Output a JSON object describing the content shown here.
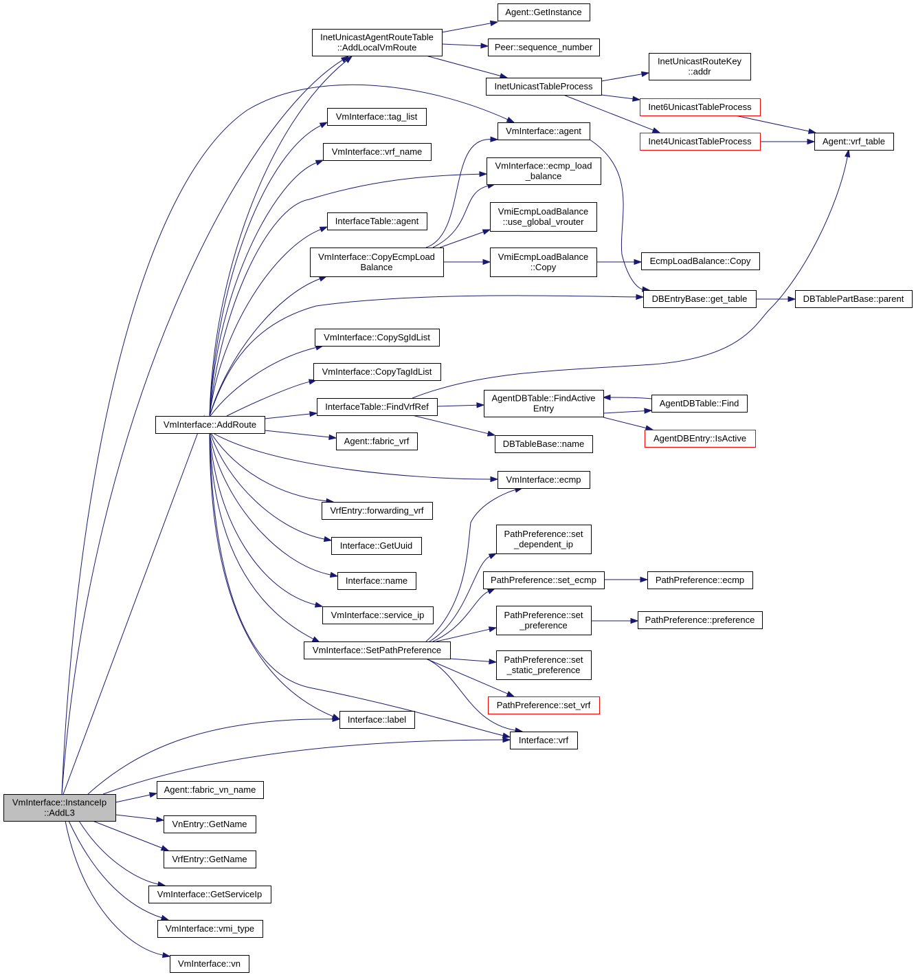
{
  "colors": {
    "edge": "#191970",
    "node_border": "#000000",
    "node_border_truncated": "#ff0000",
    "node_fill": "#ffffff",
    "root_fill": "#bfbfbf"
  },
  "nodes": [
    {
      "id": "root",
      "lines": [
        "VmInterface::InstanceIp",
        "::AddL3"
      ],
      "kind": "root"
    },
    {
      "id": "addroute",
      "lines": [
        "VmInterface::AddRoute"
      ],
      "kind": "normal"
    },
    {
      "id": "addlocalvm",
      "lines": [
        "InetUnicastAgentRouteTable",
        "::AddLocalVmRoute"
      ],
      "kind": "normal"
    },
    {
      "id": "getinstance",
      "lines": [
        "Agent::GetInstance"
      ],
      "kind": "normal"
    },
    {
      "id": "peerseq",
      "lines": [
        "Peer::sequence_number"
      ],
      "kind": "normal"
    },
    {
      "id": "inetproc",
      "lines": [
        "InetUnicastTableProcess"
      ],
      "kind": "normal"
    },
    {
      "id": "inetkey",
      "lines": [
        "InetUnicastRouteKey",
        "::addr"
      ],
      "kind": "normal"
    },
    {
      "id": "inet6",
      "lines": [
        "Inet6UnicastTableProcess"
      ],
      "kind": "truncated"
    },
    {
      "id": "inet4",
      "lines": [
        "Inet4UnicastTableProcess"
      ],
      "kind": "truncated"
    },
    {
      "id": "vrftable",
      "lines": [
        "Agent::vrf_table"
      ],
      "kind": "normal"
    },
    {
      "id": "taglist",
      "lines": [
        "VmInterface::tag_list"
      ],
      "kind": "normal"
    },
    {
      "id": "vrfname",
      "lines": [
        "VmInterface::vrf_name"
      ],
      "kind": "normal"
    },
    {
      "id": "vmiagent",
      "lines": [
        "VmInterface::agent"
      ],
      "kind": "normal"
    },
    {
      "id": "ecmpload",
      "lines": [
        "VmInterface::ecmp_load",
        "_balance"
      ],
      "kind": "normal"
    },
    {
      "id": "itagent",
      "lines": [
        "InterfaceTable::agent"
      ],
      "kind": "normal"
    },
    {
      "id": "useglobal",
      "lines": [
        "VmiEcmpLoadBalance",
        "::use_global_vrouter"
      ],
      "kind": "normal"
    },
    {
      "id": "copyecmp",
      "lines": [
        "VmInterface::CopyEcmpLoad",
        "Balance"
      ],
      "kind": "normal"
    },
    {
      "id": "vmiecmpcopy",
      "lines": [
        "VmiEcmpLoadBalance",
        "::Copy"
      ],
      "kind": "normal"
    },
    {
      "id": "ecmpcopy",
      "lines": [
        "EcmpLoadBalance::Copy"
      ],
      "kind": "normal"
    },
    {
      "id": "gettable",
      "lines": [
        "DBEntryBase::get_table"
      ],
      "kind": "normal"
    },
    {
      "id": "parent",
      "lines": [
        "DBTablePartBase::parent"
      ],
      "kind": "normal"
    },
    {
      "id": "copysg",
      "lines": [
        "VmInterface::CopySgIdList"
      ],
      "kind": "normal"
    },
    {
      "id": "copytag",
      "lines": [
        "VmInterface::CopyTagIdList"
      ],
      "kind": "normal"
    },
    {
      "id": "findvrf",
      "lines": [
        "InterfaceTable::FindVrfRef"
      ],
      "kind": "normal"
    },
    {
      "id": "findactive",
      "lines": [
        "AgentDBTable::FindActive",
        "Entry"
      ],
      "kind": "normal"
    },
    {
      "id": "dbfind",
      "lines": [
        "AgentDBTable::Find"
      ],
      "kind": "normal"
    },
    {
      "id": "isactive",
      "lines": [
        "AgentDBEntry::IsActive"
      ],
      "kind": "truncated"
    },
    {
      "id": "dbname",
      "lines": [
        "DBTableBase::name"
      ],
      "kind": "normal"
    },
    {
      "id": "fabricvrf",
      "lines": [
        "Agent::fabric_vrf"
      ],
      "kind": "normal"
    },
    {
      "id": "vmiecmp",
      "lines": [
        "VmInterface::ecmp"
      ],
      "kind": "normal"
    },
    {
      "id": "fwdvrf",
      "lines": [
        "VrfEntry::forwarding_vrf"
      ],
      "kind": "normal"
    },
    {
      "id": "getuuid",
      "lines": [
        "Interface::GetUuid"
      ],
      "kind": "normal"
    },
    {
      "id": "ifname",
      "lines": [
        "Interface::name"
      ],
      "kind": "normal"
    },
    {
      "id": "serviceip",
      "lines": [
        "VmInterface::service_ip"
      ],
      "kind": "normal"
    },
    {
      "id": "setpathpref",
      "lines": [
        "VmInterface::SetPathPreference"
      ],
      "kind": "normal"
    },
    {
      "id": "ppdep",
      "lines": [
        "PathPreference::set",
        "_dependent_ip"
      ],
      "kind": "normal"
    },
    {
      "id": "ppsetecmp",
      "lines": [
        "PathPreference::set_ecmp"
      ],
      "kind": "normal"
    },
    {
      "id": "ppecmp",
      "lines": [
        "PathPreference::ecmp"
      ],
      "kind": "normal"
    },
    {
      "id": "ppsetpref",
      "lines": [
        "PathPreference::set",
        "_preference"
      ],
      "kind": "normal"
    },
    {
      "id": "pppref",
      "lines": [
        "PathPreference::preference"
      ],
      "kind": "normal"
    },
    {
      "id": "ppstatic",
      "lines": [
        "PathPreference::set",
        "_static_preference"
      ],
      "kind": "normal"
    },
    {
      "id": "ppsetvrf",
      "lines": [
        "PathPreference::set_vrf"
      ],
      "kind": "truncated"
    },
    {
      "id": "iflabel",
      "lines": [
        "Interface::label"
      ],
      "kind": "normal"
    },
    {
      "id": "ifvrf",
      "lines": [
        "Interface::vrf"
      ],
      "kind": "normal"
    },
    {
      "id": "fabricvn",
      "lines": [
        "Agent::fabric_vn_name"
      ],
      "kind": "normal"
    },
    {
      "id": "vngetname",
      "lines": [
        "VnEntry::GetName"
      ],
      "kind": "normal"
    },
    {
      "id": "vrfgetname",
      "lines": [
        "VrfEntry::GetName"
      ],
      "kind": "normal"
    },
    {
      "id": "getserviceip",
      "lines": [
        "VmInterface::GetServiceIp"
      ],
      "kind": "normal"
    },
    {
      "id": "vmitype",
      "lines": [
        "VmInterface::vmi_type"
      ],
      "kind": "normal"
    },
    {
      "id": "vmivn",
      "lines": [
        "VmInterface::vn"
      ],
      "kind": "normal"
    }
  ],
  "edges": [
    [
      "root",
      "addlocalvm"
    ],
    [
      "root",
      "vmiagent"
    ],
    [
      "root",
      "addroute"
    ],
    [
      "root",
      "iflabel"
    ],
    [
      "root",
      "ifvrf"
    ],
    [
      "root",
      "fabricvn"
    ],
    [
      "root",
      "vngetname"
    ],
    [
      "root",
      "vrfgetname"
    ],
    [
      "root",
      "getserviceip"
    ],
    [
      "root",
      "vmitype"
    ],
    [
      "root",
      "vmivn"
    ],
    [
      "addlocalvm",
      "getinstance"
    ],
    [
      "addlocalvm",
      "peerseq"
    ],
    [
      "addlocalvm",
      "inetproc"
    ],
    [
      "inetproc",
      "inetkey"
    ],
    [
      "inetproc",
      "inet6"
    ],
    [
      "inetproc",
      "inet4"
    ],
    [
      "inet6",
      "vrftable"
    ],
    [
      "inet4",
      "vrftable"
    ],
    [
      "addroute",
      "addlocalvm"
    ],
    [
      "addroute",
      "taglist"
    ],
    [
      "addroute",
      "vrfname"
    ],
    [
      "addroute",
      "ecmpload"
    ],
    [
      "addroute",
      "itagent"
    ],
    [
      "addroute",
      "copyecmp"
    ],
    [
      "addroute",
      "gettable"
    ],
    [
      "addroute",
      "copysg"
    ],
    [
      "addroute",
      "copytag"
    ],
    [
      "addroute",
      "findvrf"
    ],
    [
      "addroute",
      "fabricvrf"
    ],
    [
      "addroute",
      "vmiecmp"
    ],
    [
      "addroute",
      "fwdvrf"
    ],
    [
      "addroute",
      "getuuid"
    ],
    [
      "addroute",
      "ifname"
    ],
    [
      "addroute",
      "serviceip"
    ],
    [
      "addroute",
      "setpathpref"
    ],
    [
      "addroute",
      "iflabel"
    ],
    [
      "addroute",
      "ifvrf"
    ],
    [
      "copyecmp",
      "vmiagent"
    ],
    [
      "copyecmp",
      "ecmpload"
    ],
    [
      "copyecmp",
      "useglobal"
    ],
    [
      "copyecmp",
      "vmiecmpcopy"
    ],
    [
      "vmiecmpcopy",
      "ecmpcopy"
    ],
    [
      "vmiagent",
      "gettable"
    ],
    [
      "gettable",
      "parent"
    ],
    [
      "findvrf",
      "vrftable"
    ],
    [
      "findvrf",
      "findactive"
    ],
    [
      "findvrf",
      "dbname"
    ],
    [
      "findactive",
      "dbfind"
    ],
    [
      "dbfind",
      "findactive"
    ],
    [
      "findactive",
      "isactive"
    ],
    [
      "setpathpref",
      "vmiecmp"
    ],
    [
      "setpathpref",
      "ppdep"
    ],
    [
      "setpathpref",
      "ppsetecmp"
    ],
    [
      "setpathpref",
      "ppsetpref"
    ],
    [
      "setpathpref",
      "ppstatic"
    ],
    [
      "setpathpref",
      "ppsetvrf"
    ],
    [
      "setpathpref",
      "ifvrf"
    ],
    [
      "ppsetecmp",
      "ppecmp"
    ],
    [
      "ppsetpref",
      "pppref"
    ]
  ]
}
